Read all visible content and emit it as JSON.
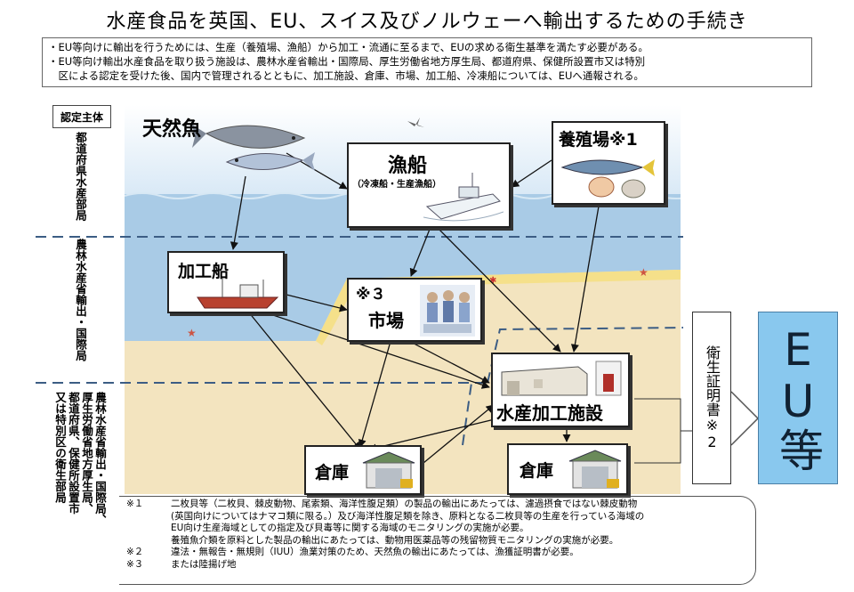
{
  "title": "水産食品を英国、EU、スイス及びノルウェーへ輸出するための手続き",
  "intro": [
    "・EU等向けに輸出を行うためには、生産（養殖場、漁船）から加工・流通に至るまで、EUの求める衛生基準を満たす必要がある。",
    "・EU等向け輸出水産食品を取り扱う施設は、農林水産省輸出・国際局、厚生労働省地方厚生局、都道府県、保健所設置市又は特別",
    "　区による認定を受けた後、国内で管理されるとともに、加工施設、倉庫、市場、加工船、冷凍船については、EUへ通報される。"
  ],
  "authority": {
    "badge": "認定主体",
    "tier1": "都道府県水産部局",
    "tier1b": "農林水産省輸出・国際局",
    "tier2a": "農林水産省輸出・国際局、",
    "tier2b": "厚生労働省地方厚生局、",
    "tier2c": "都道府県、保健所設置市",
    "tier2d": "又は特別区の衛生部局"
  },
  "nodes": {
    "wild_fish": "天然魚",
    "fishing_boat": "漁船",
    "fishing_boat_sub": "（冷凍船・生産漁船）",
    "aquaculture": "養殖場※1",
    "processing_ship": "加工船",
    "market_note": "※３",
    "market": "市場",
    "processing_facility": "水産加工施設",
    "warehouse1": "倉庫",
    "warehouse2": "倉庫"
  },
  "certificate": "衛生証明書※2",
  "destination": "EU等",
  "notes": [
    {
      "mark": "※１",
      "text": "二枚貝等（二枚貝、棘皮動物、尾索類、海洋性腹足類）の製品の輸出にあたっては、濾過摂食ではない棘皮動物"
    },
    {
      "mark": "",
      "text": "(英国向けについてはナマコ類に限る。）及び海洋性腹足類を除き、原料となる二枚貝等の生産を行っている海域の"
    },
    {
      "mark": "",
      "text": "EU向け生産海域としての指定及び貝毒等に関する海域のモニタリングの実施が必要。"
    },
    {
      "mark": "",
      "text": "養殖魚介類を原料とした製品の輸出にあたっては、動物用医薬品等の残留物質モニタリングの実施が必要。"
    },
    {
      "mark": "※２",
      "text": "違法・無報告・無規則（IUU）漁業対策のため、天然魚の輸出にあたっては、漁獲証明書が必要。"
    },
    {
      "mark": "※３",
      "text": "または陸揚げ地"
    }
  ],
  "colors": {
    "sky": "#ffffff",
    "sea": "#a9cbe6",
    "sand": "#f3e4bf",
    "beach": "#f5e08a",
    "eu": "#89c8ee"
  }
}
